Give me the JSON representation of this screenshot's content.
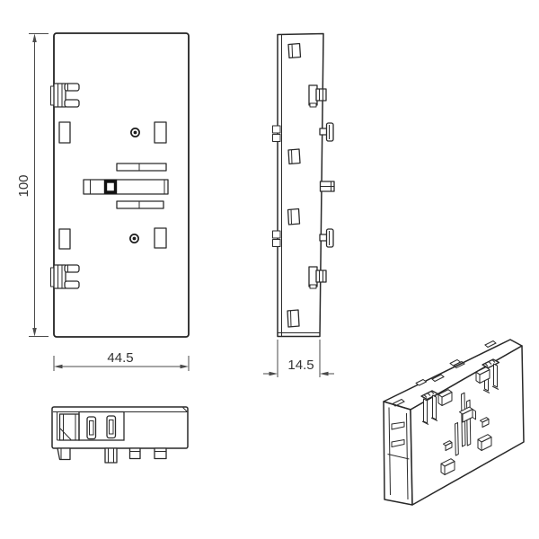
{
  "drawing": {
    "type": "engineering-drawing",
    "part": "latch-mechanism-housing",
    "background_color": "#ffffff",
    "line_color": "#2b2b2b",
    "dimension_text_color": "#333333",
    "views": {
      "front": {
        "label_height": "100",
        "label_width": "44.5"
      },
      "side": {
        "label_depth": "14.5"
      },
      "bottom": {},
      "isometric": {}
    },
    "dimensions": {
      "height": "100",
      "width": "44.5",
      "depth": "14.5"
    }
  }
}
